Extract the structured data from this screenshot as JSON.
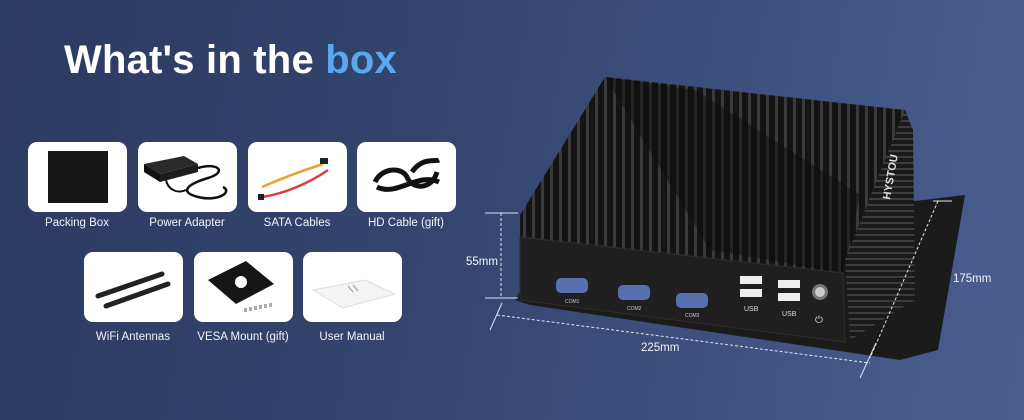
{
  "title": {
    "prefix": "What's in the",
    "highlight": "box"
  },
  "items": [
    {
      "label": "Packing Box",
      "icon": "packing-box-icon"
    },
    {
      "label": "Power Adapter",
      "icon": "power-adapter-icon"
    },
    {
      "label": "SATA Cables",
      "icon": "sata-cables-icon"
    },
    {
      "label": "HD Cable (gift)",
      "icon": "hd-cable-icon"
    },
    {
      "label": "WiFi Antennas",
      "icon": "wifi-antennas-icon"
    },
    {
      "label": "VESA Mount (gift)",
      "icon": "vesa-mount-icon"
    },
    {
      "label": "User Manual",
      "icon": "user-manual-icon"
    }
  ],
  "device": {
    "brand": "HYSTOU",
    "ports": [
      "COM1",
      "COM2",
      "COM3"
    ],
    "usb_label": "USB",
    "power_symbol": "⏻"
  },
  "dimensions": {
    "height": "55mm",
    "depth": "175mm",
    "width": "225mm"
  },
  "colors": {
    "highlight": "#5aa9ef",
    "background": "#34466f"
  }
}
